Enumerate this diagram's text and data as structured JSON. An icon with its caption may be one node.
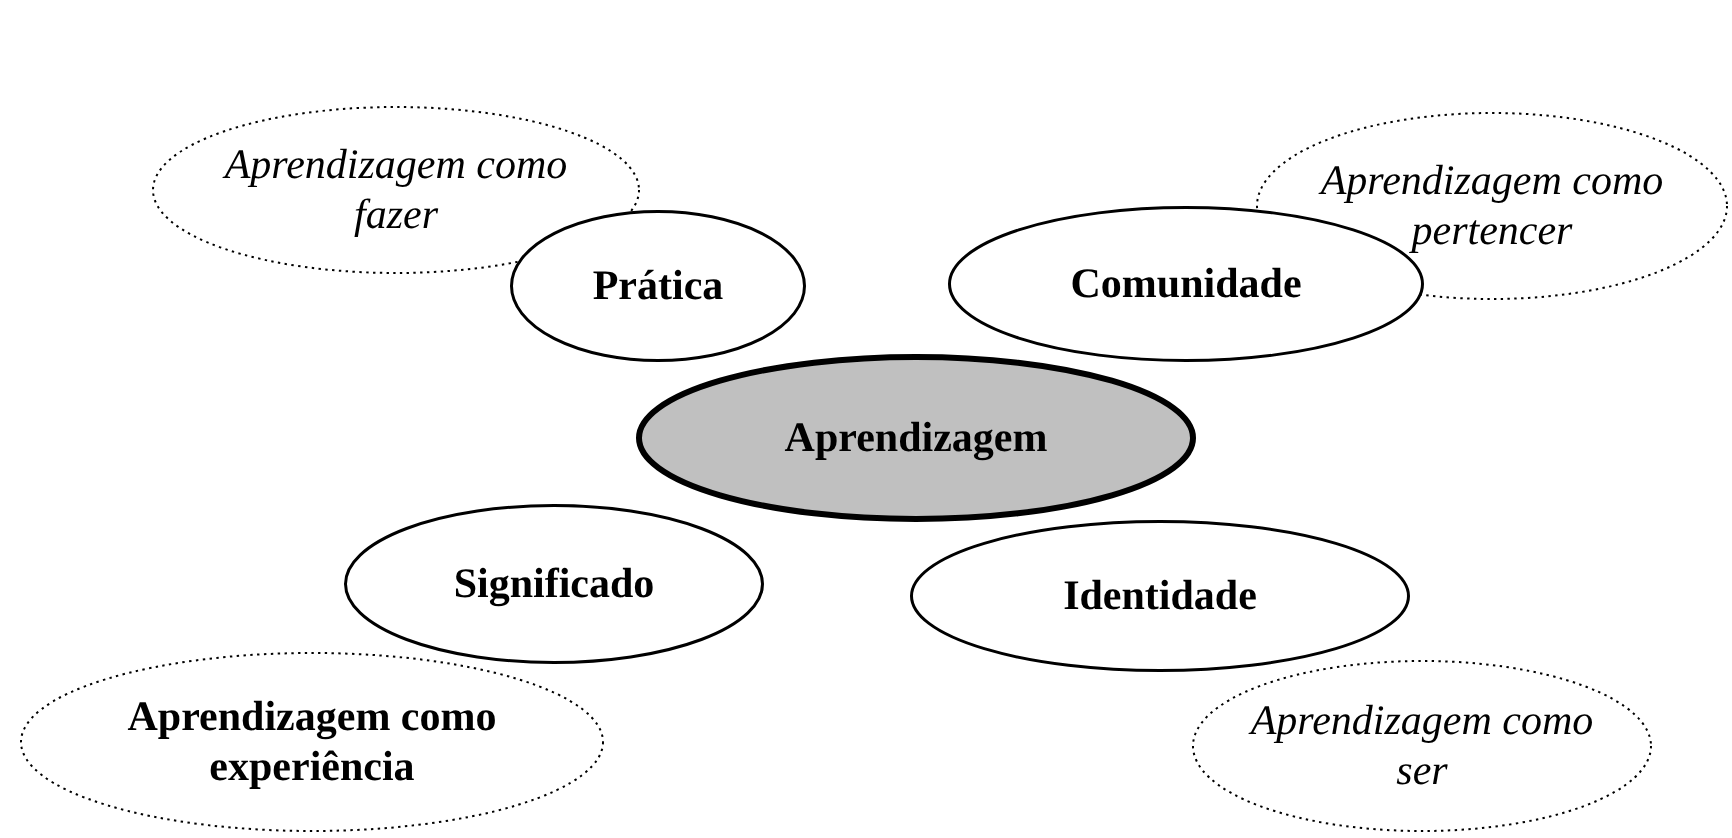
{
  "diagram": {
    "nodes": [
      {
        "text": [
          "Aprendizagem como fazer"
        ]
      },
      {
        "text": [
          "Prática"
        ]
      },
      {
        "text": [
          "Aprendizagem como pertencer"
        ]
      },
      {
        "text": [
          "Comunidade"
        ]
      },
      {
        "text": [
          "Aprendizagem"
        ]
      },
      {
        "text": [
          "Significado"
        ]
      },
      {
        "text": [
          "Identidade"
        ]
      },
      {
        "text": [
          "Aprendizagem como experiência"
        ]
      },
      {
        "text": [
          "Aprendizagem como ser"
        ]
      }
    ]
  }
}
